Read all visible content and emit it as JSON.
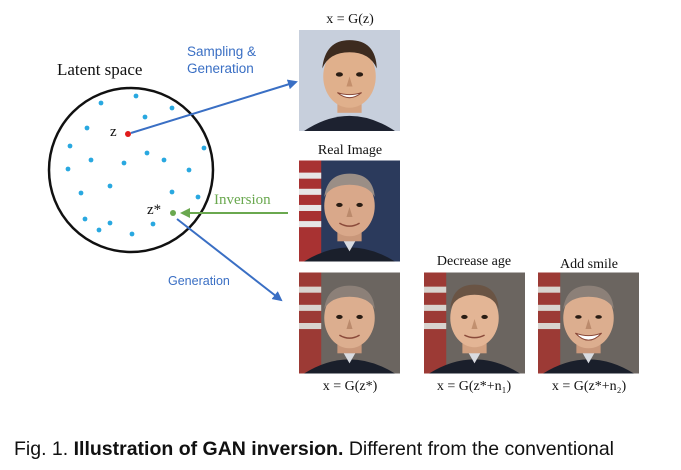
{
  "latent_space_label": "Latent space",
  "z_label": "z",
  "z_star_label": "z*",
  "sampling_label_line1": "Sampling &",
  "sampling_label_line2": "Generation",
  "inversion_label": "Inversion",
  "generation_label": "Generation",
  "top_image_caption": "x = G(z)",
  "real_image_caption": "Real Image",
  "decrease_age_caption": "Decrease age",
  "add_smile_caption": "Add smile",
  "bottom_captions": [
    "x = G(z*)",
    "x = G(z*+n₁)",
    "x = G(z*+n₂)"
  ],
  "figure_caption": {
    "prefix": "Fig. 1.",
    "bold": "Illustration of GAN inversion.",
    "rest": "Different from the conventional"
  },
  "colors": {
    "dot": "#29a8e0",
    "z_point": "#e01b1b",
    "z_star_point": "#6aa84f",
    "arrow_blue": "#3a6fc4",
    "arrow_green": "#6aa84f",
    "label_blue": "#3a6fc4",
    "label_green": "#6aa84f"
  }
}
